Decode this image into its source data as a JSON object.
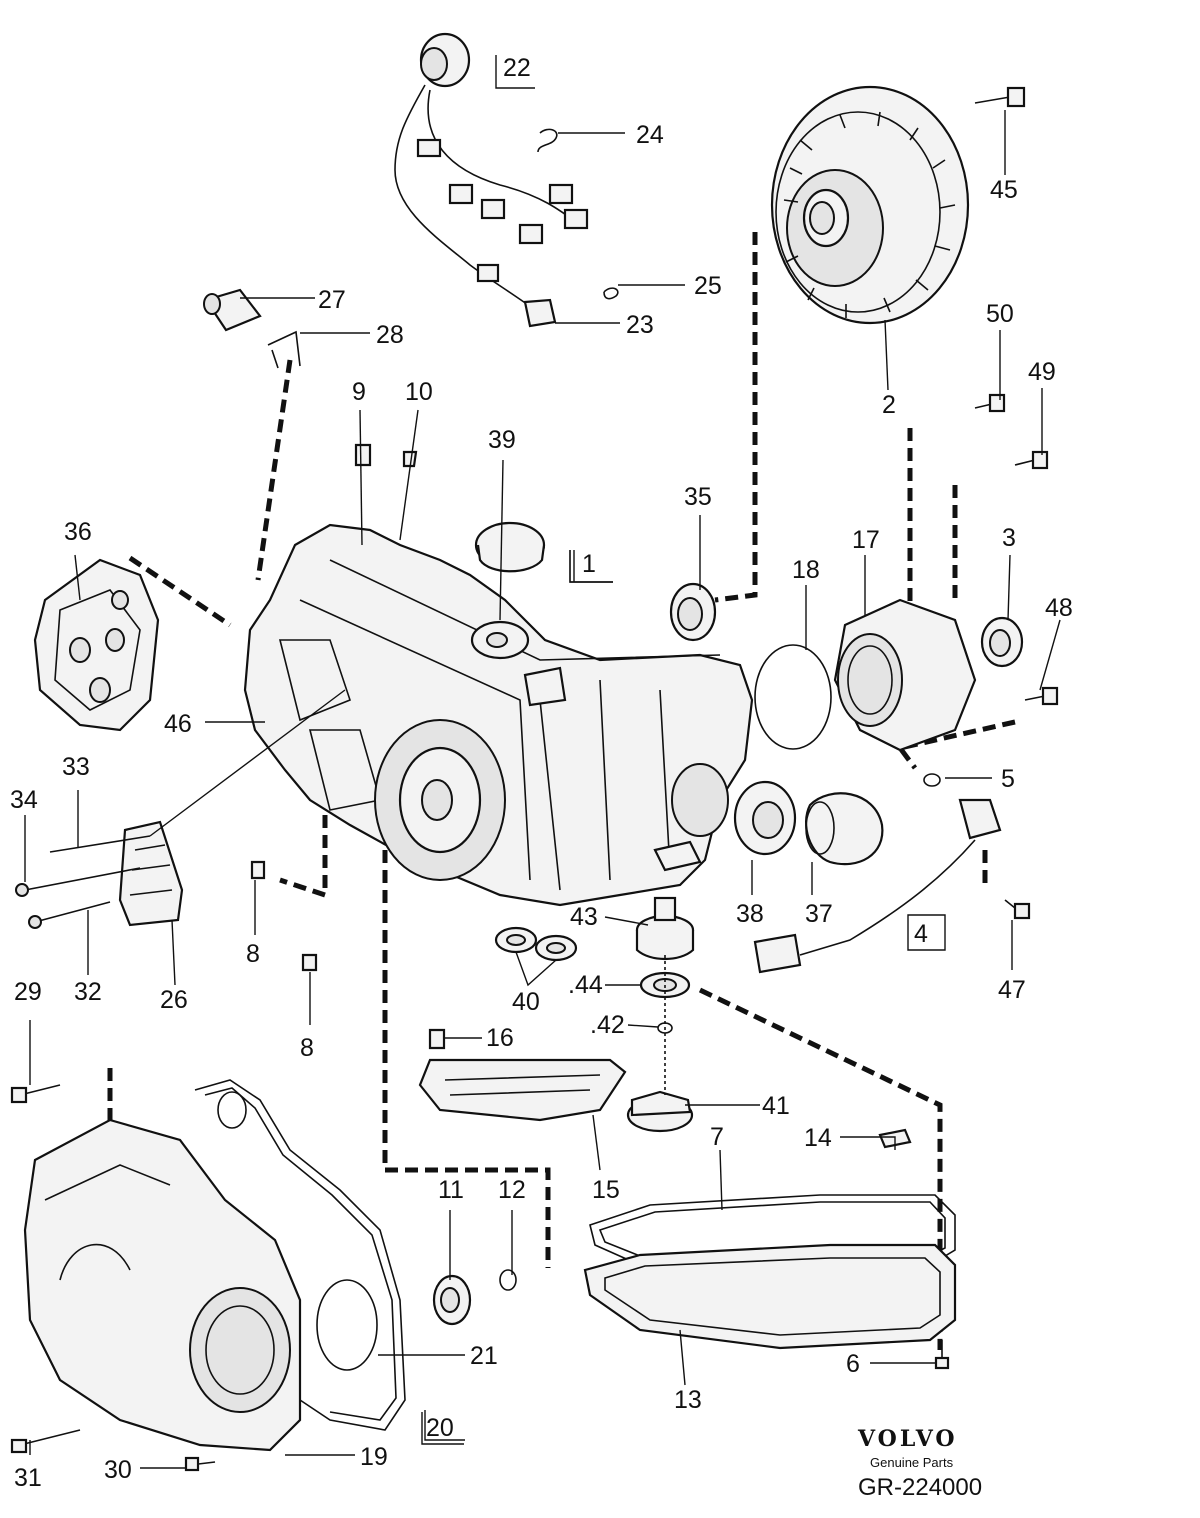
{
  "labels": {
    "n1": "1",
    "n2": "2",
    "n3": "3",
    "n4": "4",
    "n5": "5",
    "n6": "6",
    "n7": "7",
    "n8a": "8",
    "n8b": "8",
    "n9": "9",
    "n10": "10",
    "n11": "11",
    "n12": "12",
    "n13": "13",
    "n14": "14",
    "n15": "15",
    "n16": "16",
    "n17": "17",
    "n18": "18",
    "n19": "19",
    "n20": "20",
    "n21": "21",
    "n22": "22",
    "n23": "23",
    "n24": "24",
    "n25": "25",
    "n26": "26",
    "n27": "27",
    "n28": "28",
    "n29": "29",
    "n30": "30",
    "n31": "31",
    "n32": "32",
    "n33": "33",
    "n34": "34",
    "n35": "35",
    "n36": "36",
    "n37": "37",
    "n38": "38",
    "n39": "39",
    "n40": "40",
    "n41": "41",
    "n42": ".42",
    "n43": "43",
    "n44": ".44",
    "n45": "45",
    "n46": "46",
    "n47": "47",
    "n48": "48",
    "n49": "49",
    "n50": "50"
  },
  "footer": {
    "brand": "VOLVO",
    "tagline": "Genuine Parts",
    "reference": "GR-224000"
  }
}
